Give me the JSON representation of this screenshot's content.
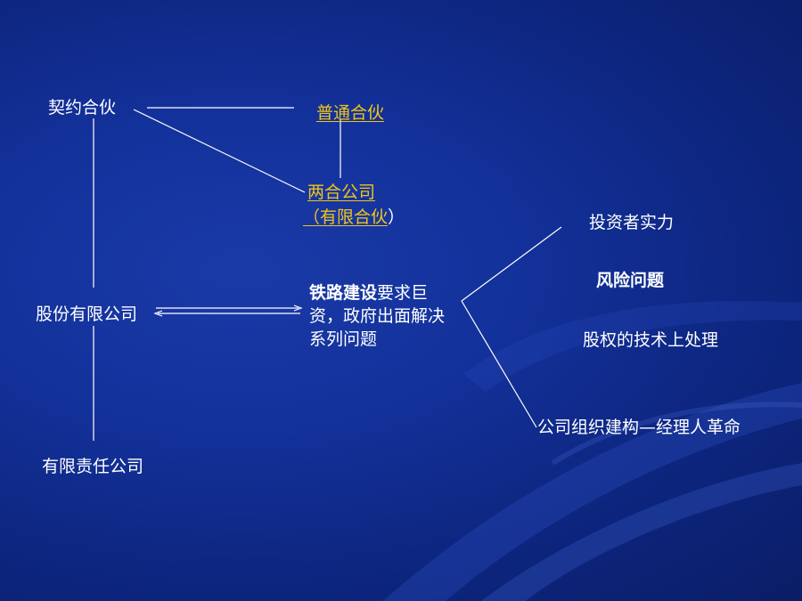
{
  "nodes": {
    "contract_partnership": "契约合伙",
    "general_partnership": "普通合伙",
    "two_combined_company_line1": "两合公司",
    "two_combined_company_line2_prefix": "（有限合伙",
    "two_combined_company_line2_suffix": "）",
    "joint_stock_company": "股份有限公司",
    "limited_liability_company": "有限责任公司",
    "railway_bold": "铁路建设",
    "railway_rest": "要求巨资，政府出面解决系列问题",
    "investor_strength": "投资者实力",
    "risk_issue": "风险问题",
    "equity_technical": "股权的技术上处理",
    "company_structure": "公司组织建构—经理人革命"
  },
  "colors": {
    "background": "#13319a",
    "text": "#ffffff",
    "highlight": "#f0c419",
    "line": "#ffffff"
  }
}
